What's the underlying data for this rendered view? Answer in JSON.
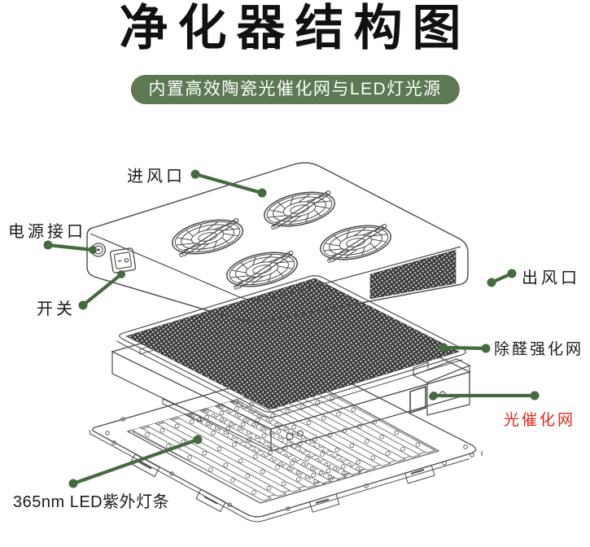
{
  "page": {
    "background": "#ffffff"
  },
  "header": {
    "title": "净化器结构图",
    "title_color": "#111111",
    "subtitle": "内置高效陶瓷光催化网与LED灯光源",
    "subtitle_bg": "#5d7954",
    "subtitle_text_color": "#ffffff"
  },
  "diagram": {
    "leader_color": "#466a40",
    "outline_color": "#4a4a4a",
    "labels": {
      "air_inlet": "进风口",
      "power_port": "电源接口",
      "power_switch": "开关",
      "air_outlet": "出风口",
      "formaldehyde_net": "除醛强化网",
      "photocatalyst_net": "光催化网",
      "photocatalyst_color": "#e0281c",
      "uv_led_strip": "365nm LED紫外灯条"
    }
  }
}
